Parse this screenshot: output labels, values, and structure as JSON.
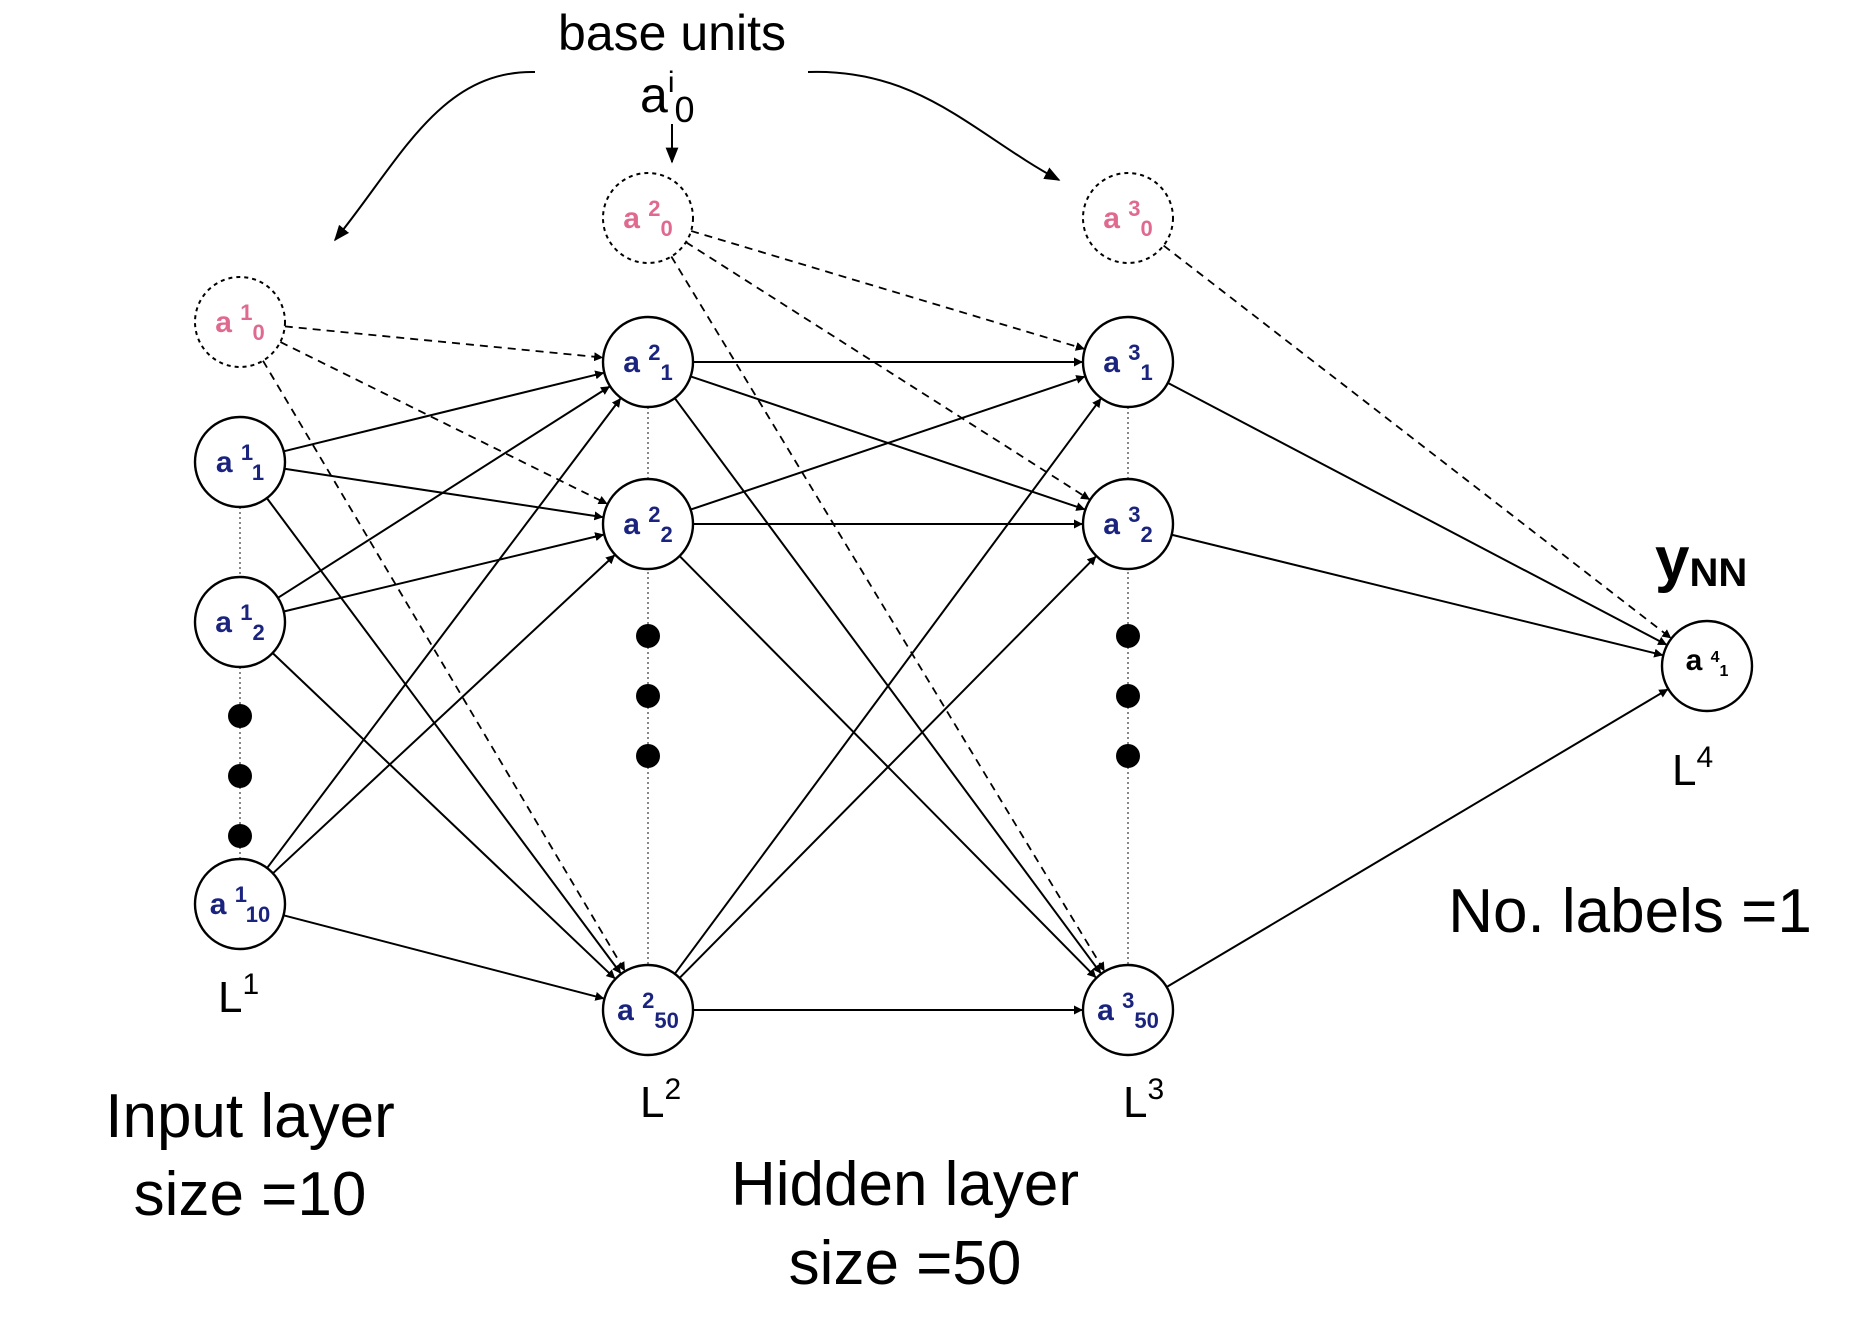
{
  "colors": {
    "neuron_text": "#1a237e",
    "bias_text": "#e06a8f",
    "output_text": "#000000",
    "stroke": "#000000"
  },
  "annotation": {
    "base_units": "base units",
    "base_symbol": "a",
    "base_sup": "i",
    "base_sub": "0"
  },
  "layers": [
    {
      "name": "L",
      "sup": "1",
      "caption_lines": [
        "Input layer",
        "size =10"
      ],
      "bias": {
        "base": "a",
        "sup": "1",
        "sub": "0"
      },
      "nodes": [
        {
          "base": "a",
          "sup": "1",
          "sub": "1"
        },
        {
          "base": "a",
          "sup": "1",
          "sub": "2"
        },
        {
          "base": "a",
          "sup": "1",
          "sub": "10"
        }
      ]
    },
    {
      "name": "L",
      "sup": "2",
      "caption_lines": [],
      "bias": {
        "base": "a",
        "sup": "2",
        "sub": "0"
      },
      "nodes": [
        {
          "base": "a",
          "sup": "2",
          "sub": "1"
        },
        {
          "base": "a",
          "sup": "2",
          "sub": "2"
        },
        {
          "base": "a",
          "sup": "2",
          "sub": "50"
        }
      ]
    },
    {
      "name": "L",
      "sup": "3",
      "caption_lines": [],
      "bias": {
        "base": "a",
        "sup": "3",
        "sub": "0"
      },
      "nodes": [
        {
          "base": "a",
          "sup": "3",
          "sub": "1"
        },
        {
          "base": "a",
          "sup": "3",
          "sub": "2"
        },
        {
          "base": "a",
          "sup": "3",
          "sub": "50"
        }
      ]
    },
    {
      "name": "L",
      "sup": "4",
      "caption_lines": [],
      "nodes": [
        {
          "base": "a",
          "sup": "4",
          "sub": "1"
        }
      ]
    }
  ],
  "hidden_caption_lines": [
    "Hidden layer",
    "size =50"
  ],
  "output": {
    "label_main": "y",
    "label_sub": "NN",
    "labels_text": "No. labels =1"
  }
}
